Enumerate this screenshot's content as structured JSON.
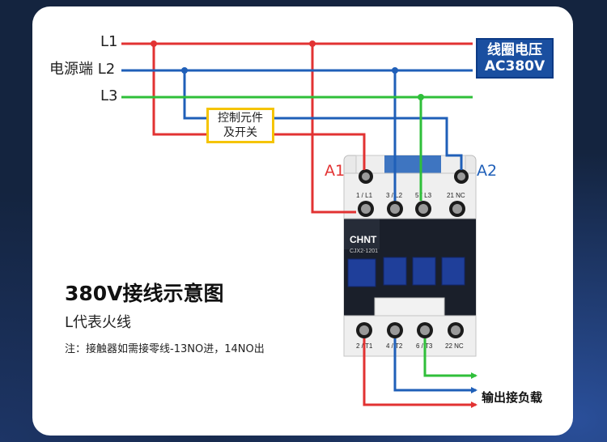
{
  "lines": {
    "l1": "L1",
    "l2": "L2",
    "l3": "L3",
    "source_label": "电源端"
  },
  "coil_voltage": {
    "line1": "线圈电压",
    "line2": "AC380V"
  },
  "control_element": {
    "line1": "控制元件",
    "line2": "及开关"
  },
  "coil_terminals": {
    "a1": "A1",
    "a2": "A2"
  },
  "contactor": {
    "brand": "CHNT",
    "model": "CJX2-1201",
    "top_terminals": [
      "1 / L1",
      "3 / L2",
      "5 / L3",
      "21 NC"
    ],
    "bottom_terminals": [
      "2 / T1",
      "4 / T2",
      "6 / T3",
      "22 NC"
    ]
  },
  "output_label": "输出接负载",
  "caption": {
    "title": "380V接线示意图",
    "subtitle": "L代表火线",
    "note": "注：接触器如需接零线-13NO进，14NO出"
  },
  "colors": {
    "l1": "#e23232",
    "l2": "#1f5fb8",
    "l3": "#2fbf3a",
    "background": "#14243f",
    "coil_box": "#1a4fa0",
    "control_box_border": "#f5c400"
  }
}
